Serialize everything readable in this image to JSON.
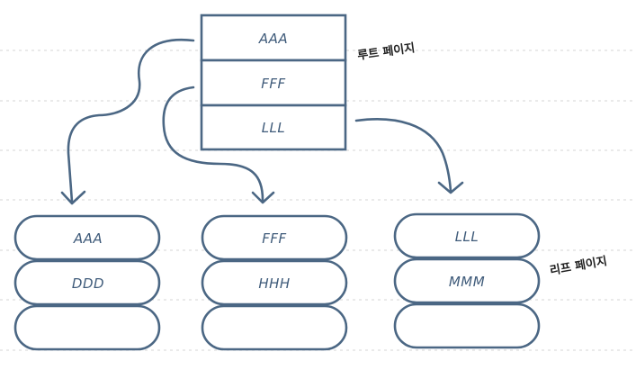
{
  "root_page": {
    "label": "루트 페이지",
    "cells": [
      "AAA",
      "FFF",
      "LLL"
    ]
  },
  "leaf_pages": {
    "label": "리프 페이지",
    "pages": [
      {
        "cells": [
          "AAA",
          "DDD",
          ""
        ]
      },
      {
        "cells": [
          "FFF",
          "HHH",
          ""
        ]
      },
      {
        "cells": [
          "LLL",
          "MMM",
          ""
        ]
      }
    ]
  },
  "colors": {
    "stroke": "#4b6784",
    "text": "#3f5b7a",
    "grid": "#d4d4d4"
  }
}
